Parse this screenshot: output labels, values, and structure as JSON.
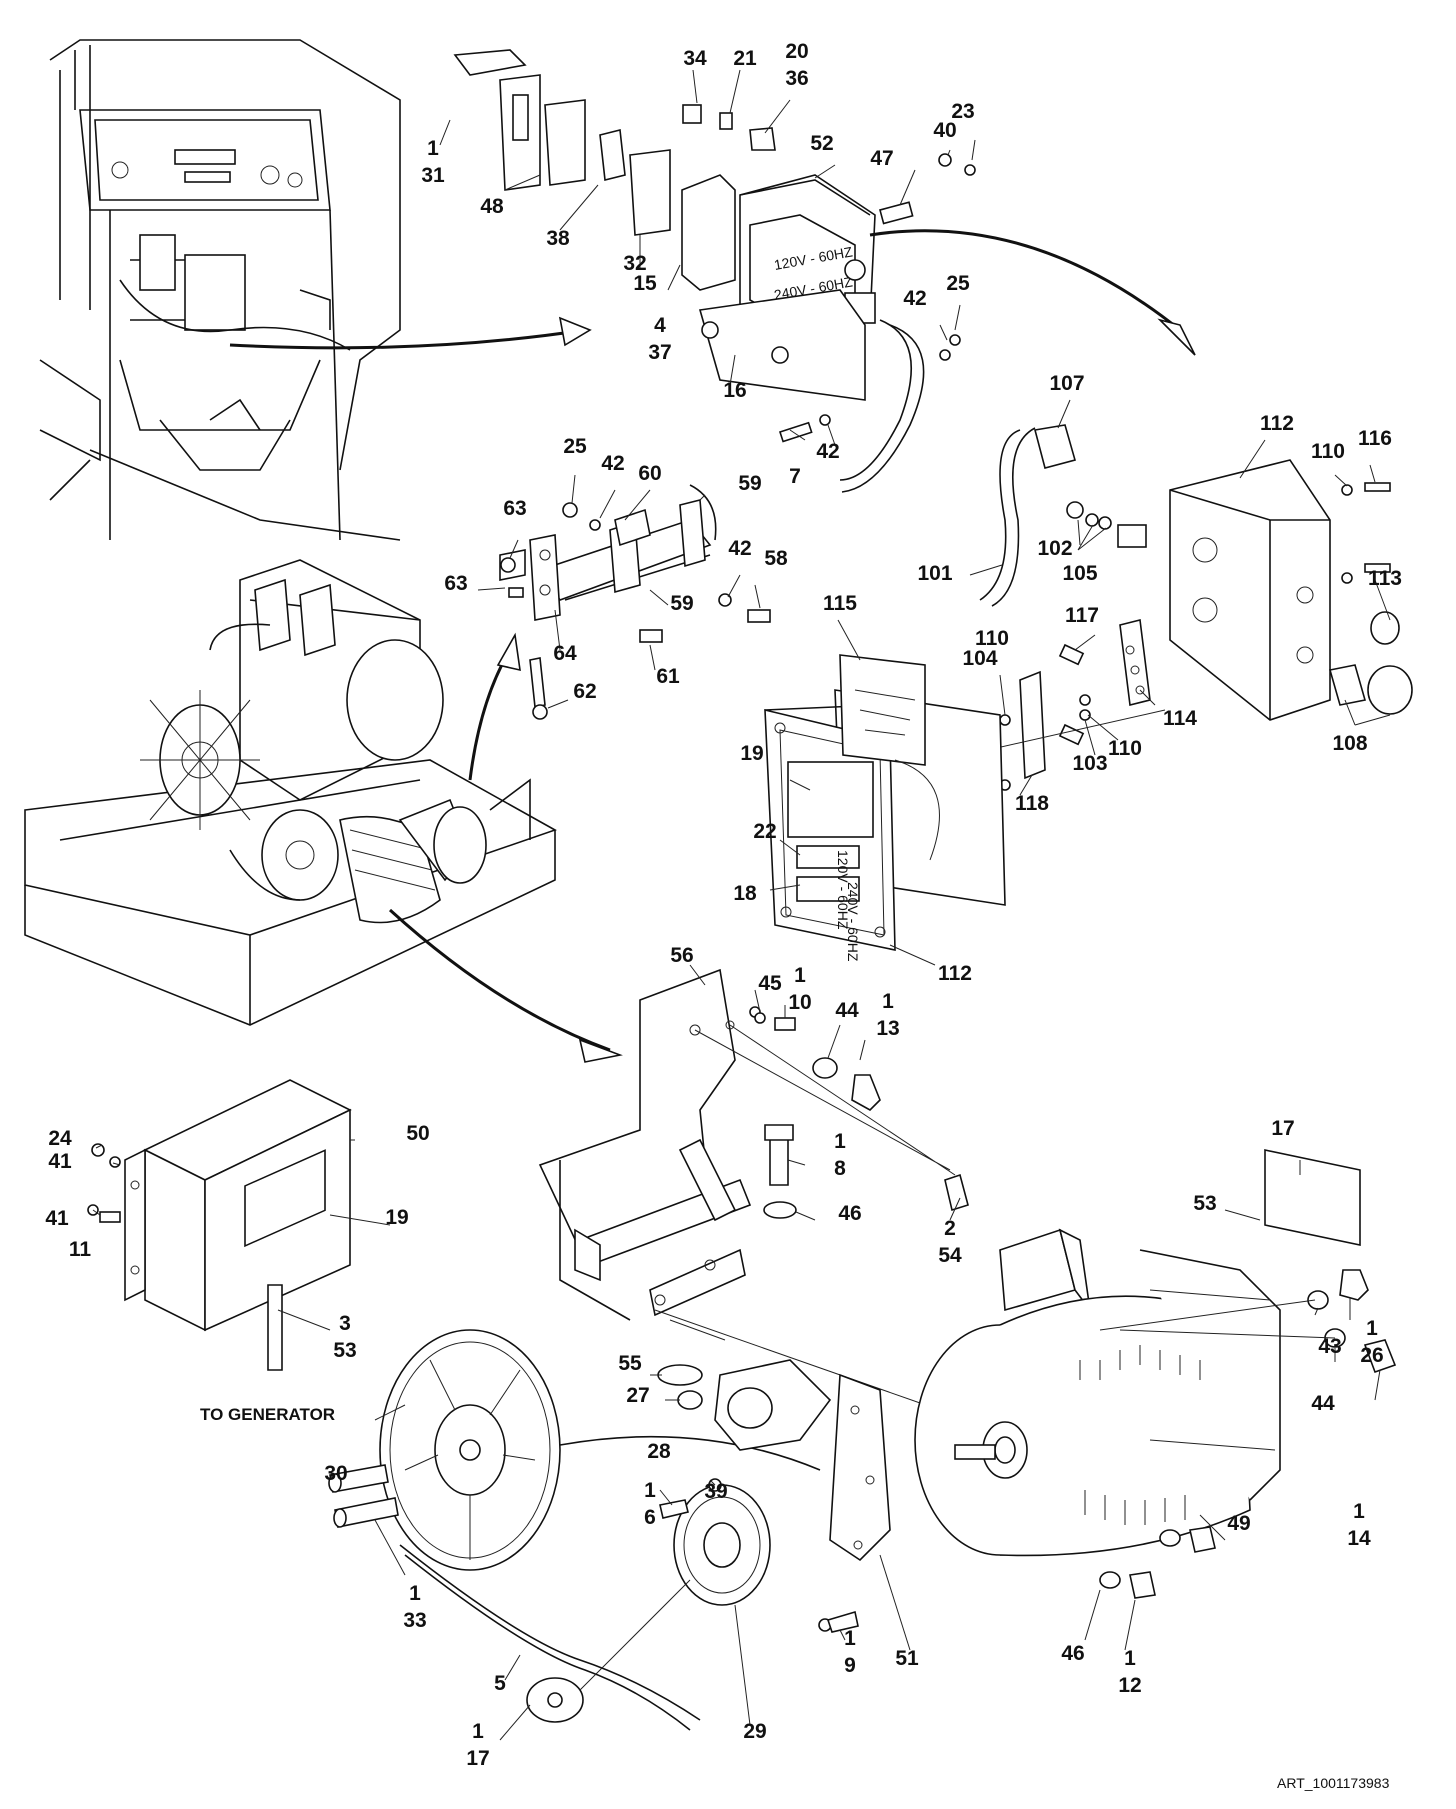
{
  "callouts": [
    {
      "id": "c1a",
      "lines": [
        "1",
        "31"
      ]
    },
    {
      "id": "c48",
      "lines": [
        "48"
      ]
    },
    {
      "id": "c38",
      "lines": [
        "38"
      ]
    },
    {
      "id": "c34",
      "lines": [
        "34"
      ]
    },
    {
      "id": "c21",
      "lines": [
        "21"
      ]
    },
    {
      "id": "c20",
      "lines": [
        "20",
        "36"
      ]
    },
    {
      "id": "c52",
      "lines": [
        "52"
      ]
    },
    {
      "id": "c47",
      "lines": [
        "47"
      ]
    },
    {
      "id": "c40",
      "lines": [
        "40"
      ]
    },
    {
      "id": "c23",
      "lines": [
        "23"
      ]
    },
    {
      "id": "c32",
      "lines": [
        "32"
      ]
    },
    {
      "id": "c15",
      "lines": [
        "15"
      ]
    },
    {
      "id": "c4",
      "lines": [
        "4",
        "37"
      ]
    },
    {
      "id": "c16",
      "lines": [
        "16"
      ]
    },
    {
      "id": "c42a",
      "lines": [
        "42"
      ]
    },
    {
      "id": "c25a",
      "lines": [
        "25"
      ]
    },
    {
      "id": "c7",
      "lines": [
        "7"
      ]
    },
    {
      "id": "c42b",
      "lines": [
        "42"
      ]
    },
    {
      "id": "c107",
      "lines": [
        "107"
      ]
    },
    {
      "id": "c112a",
      "lines": [
        "112"
      ]
    },
    {
      "id": "c110a",
      "lines": [
        "110"
      ]
    },
    {
      "id": "c116",
      "lines": [
        "116"
      ]
    },
    {
      "id": "c25b",
      "lines": [
        "25"
      ]
    },
    {
      "id": "c42c",
      "lines": [
        "42"
      ]
    },
    {
      "id": "c60",
      "lines": [
        "60"
      ]
    },
    {
      "id": "c59a",
      "lines": [
        "59"
      ]
    },
    {
      "id": "c63a",
      "lines": [
        "63"
      ]
    },
    {
      "id": "c63b",
      "lines": [
        "63"
      ]
    },
    {
      "id": "c42d",
      "lines": [
        "42"
      ]
    },
    {
      "id": "c58",
      "lines": [
        "58"
      ]
    },
    {
      "id": "c59b",
      "lines": [
        "59"
      ]
    },
    {
      "id": "c64",
      "lines": [
        "64"
      ]
    },
    {
      "id": "c61",
      "lines": [
        "61"
      ]
    },
    {
      "id": "c62",
      "lines": [
        "62"
      ]
    },
    {
      "id": "c102",
      "lines": [
        "102"
      ]
    },
    {
      "id": "c105",
      "lines": [
        "105"
      ]
    },
    {
      "id": "c101",
      "lines": [
        "101"
      ]
    },
    {
      "id": "c113",
      "lines": [
        "113"
      ]
    },
    {
      "id": "c115",
      "lines": [
        "115"
      ]
    },
    {
      "id": "c117",
      "lines": [
        "117"
      ]
    },
    {
      "id": "c104",
      "lines": [
        "104"
      ]
    },
    {
      "id": "c110b",
      "lines": [
        "110"
      ]
    },
    {
      "id": "c114",
      "lines": [
        "114"
      ]
    },
    {
      "id": "c110c",
      "lines": [
        "110"
      ]
    },
    {
      "id": "c103",
      "lines": [
        "103"
      ]
    },
    {
      "id": "c108",
      "lines": [
        "108"
      ]
    },
    {
      "id": "c118",
      "lines": [
        "118"
      ]
    },
    {
      "id": "c19a",
      "lines": [
        "19"
      ]
    },
    {
      "id": "c22",
      "lines": [
        "22"
      ]
    },
    {
      "id": "c18",
      "lines": [
        "18"
      ]
    },
    {
      "id": "c112b",
      "lines": [
        "112"
      ]
    },
    {
      "id": "c56",
      "lines": [
        "56"
      ]
    },
    {
      "id": "c45",
      "lines": [
        "45"
      ]
    },
    {
      "id": "c1b",
      "lines": [
        "1",
        "10"
      ]
    },
    {
      "id": "c44a",
      "lines": [
        "44"
      ]
    },
    {
      "id": "c1c",
      "lines": [
        "1",
        "13"
      ]
    },
    {
      "id": "c24",
      "lines": [
        "24"
      ]
    },
    {
      "id": "c41a",
      "lines": [
        "41"
      ]
    },
    {
      "id": "c50",
      "lines": [
        "50"
      ]
    },
    {
      "id": "c41b",
      "lines": [
        "41"
      ]
    },
    {
      "id": "c11",
      "lines": [
        "11"
      ]
    },
    {
      "id": "c19b",
      "lines": [
        "19"
      ]
    },
    {
      "id": "c1d",
      "lines": [
        "1",
        "8"
      ]
    },
    {
      "id": "c46a",
      "lines": [
        "46"
      ]
    },
    {
      "id": "c2",
      "lines": [
        "2",
        "54"
      ]
    },
    {
      "id": "c17a",
      "lines": [
        "17"
      ]
    },
    {
      "id": "c53a",
      "lines": [
        "53"
      ]
    },
    {
      "id": "c3",
      "lines": [
        "3",
        "53"
      ]
    },
    {
      "id": "c55",
      "lines": [
        "55"
      ]
    },
    {
      "id": "c27",
      "lines": [
        "27"
      ]
    },
    {
      "id": "c43",
      "lines": [
        "43"
      ]
    },
    {
      "id": "c1e",
      "lines": [
        "1",
        "26"
      ]
    },
    {
      "id": "c28",
      "lines": [
        "28"
      ]
    },
    {
      "id": "c30",
      "lines": [
        "30"
      ]
    },
    {
      "id": "c1f",
      "lines": [
        "1",
        "6"
      ]
    },
    {
      "id": "c39",
      "lines": [
        "39"
      ]
    },
    {
      "id": "c44b",
      "lines": [
        "44"
      ]
    },
    {
      "id": "c49",
      "lines": [
        "49"
      ]
    },
    {
      "id": "c1g",
      "lines": [
        "1",
        "14"
      ]
    },
    {
      "id": "c1h",
      "lines": [
        "1",
        "33"
      ]
    },
    {
      "id": "c46b",
      "lines": [
        "46"
      ]
    },
    {
      "id": "c1i",
      "lines": [
        "1",
        "9"
      ]
    },
    {
      "id": "c51",
      "lines": [
        "51"
      ]
    },
    {
      "id": "c1j",
      "lines": [
        "1",
        "12"
      ]
    },
    {
      "id": "c5",
      "lines": [
        "5"
      ]
    },
    {
      "id": "c1k",
      "lines": [
        "1",
        "17"
      ]
    },
    {
      "id": "c29",
      "lines": [
        "29"
      ]
    }
  ],
  "notes": {
    "to_generator": "TO GENERATOR",
    "art_number": "ART_1001173983"
  },
  "panel_labels": {
    "top_120": "120V - 60HZ",
    "top_240": "240V - 60HZ",
    "main_120": "120V - 60HZ",
    "main_240": "240V - 60HZ"
  }
}
